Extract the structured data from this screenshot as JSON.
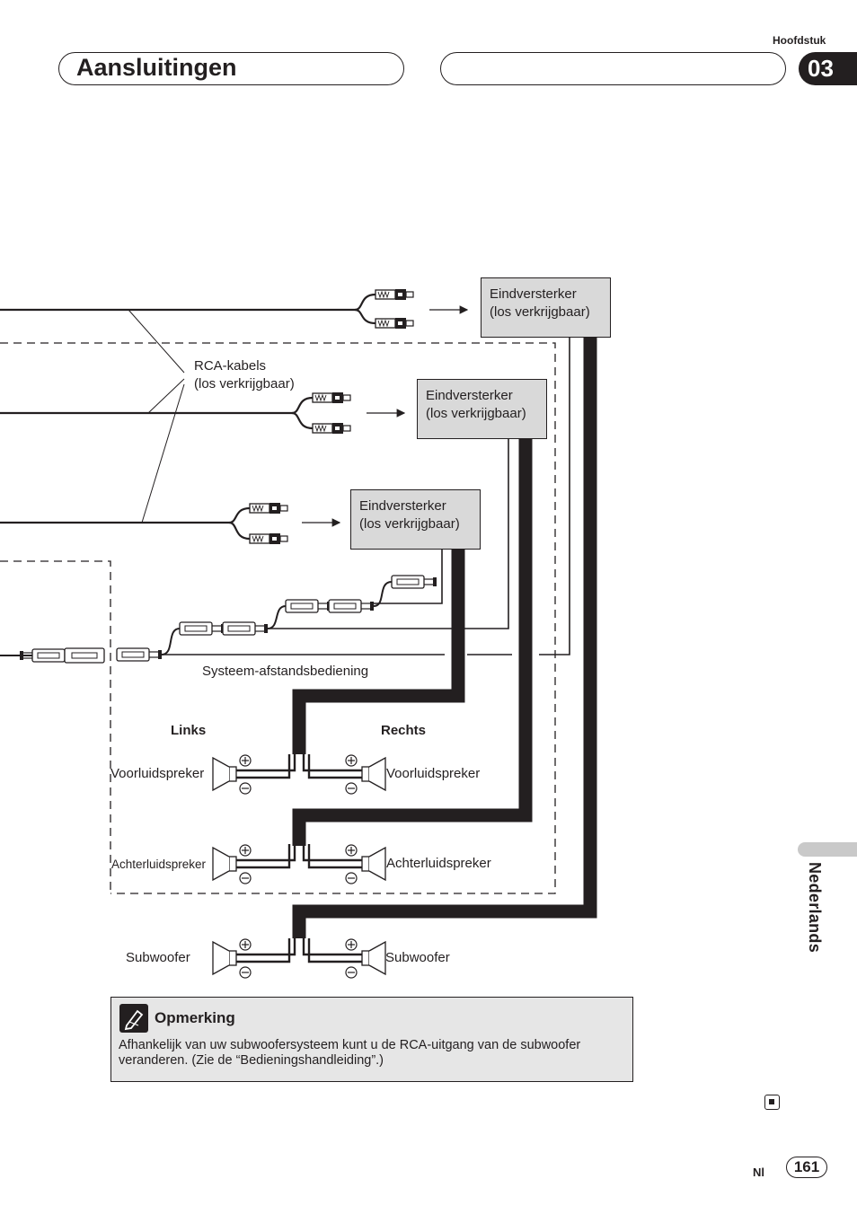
{
  "header": {
    "chapter_label": "Hoofdstuk",
    "title": "Aansluitingen",
    "chapter_number": "03"
  },
  "side_tab": {
    "language": "Nederlands"
  },
  "diagram": {
    "amplifiers": [
      {
        "line1": "Eindversterker",
        "line2": "(los verkrijgbaar)"
      },
      {
        "line1": "Eindversterker",
        "line2": "(los verkrijgbaar)"
      },
      {
        "line1": "Eindversterker",
        "line2": "(los verkrijgbaar)"
      }
    ],
    "rca_label_line1": "RCA-kabels",
    "rca_label_line2": "(los verkrijgbaar)",
    "remote_label": "Systeem-afstandsbediening",
    "left_label": "Links",
    "right_label": "Rechts",
    "front_left": "Voorluidspreker",
    "front_right": "Voorluidspreker",
    "rear_left": "Achterluidspreker",
    "rear_right": "Achterluidspreker",
    "sub_left": "Subwoofer",
    "sub_right": "Subwoofer"
  },
  "note": {
    "title": "Opmerking",
    "text": "Afhankelijk van uw subwoofersysteem kunt u de RCA-uitgang van de subwoofer veranderen. (Zie de “Bedieningshandleiding”.)"
  },
  "footer": {
    "language_code": "Nl",
    "page_number": "161"
  }
}
